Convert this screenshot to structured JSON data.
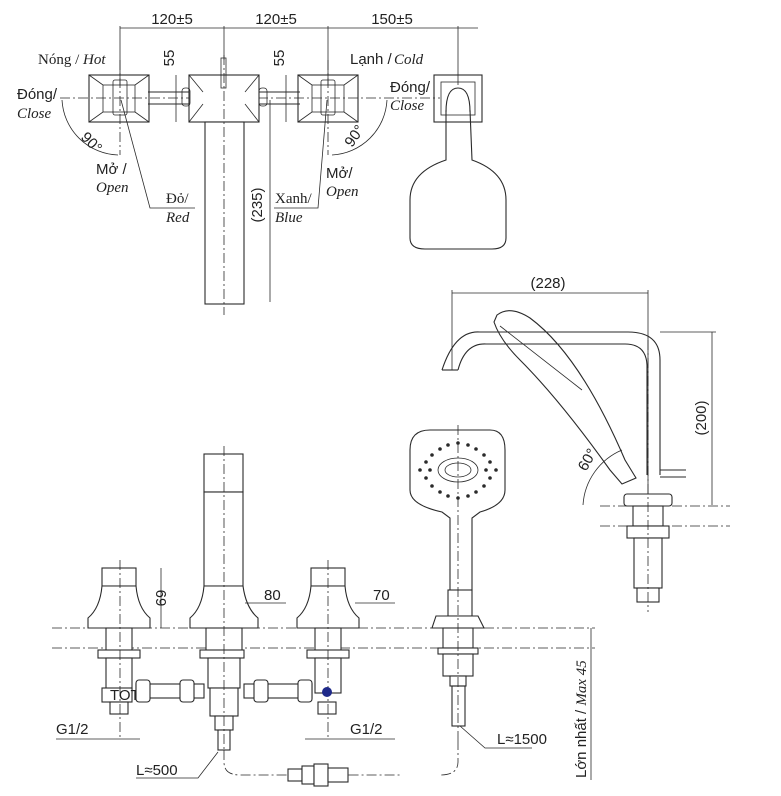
{
  "drawing": {
    "title": "Bath faucet technical drawing",
    "top_view": {
      "dim_left_spacing": "120±5",
      "dim_mid_spacing": "120±5",
      "dim_right_spacing": "150±5",
      "dim_left_55": "55",
      "dim_right_55": "55",
      "dim_235": "(235)",
      "hot_label_vi": "Nóng / ",
      "hot_label_en": "Hot",
      "cold_label_vi": "Lạnh / ",
      "cold_label_en": "Cold",
      "close_left_vi": "Đóng/",
      "close_left_en": "Close",
      "close_right_vi": "Đóng/",
      "close_right_en": "Close",
      "open_left_vi": "Mở /",
      "open_left_en": "Open",
      "open_right_vi": "Mở/",
      "open_right_en": "Open",
      "angle_left": "90°",
      "angle_right": "90°",
      "red_vi": "Đỏ/",
      "red_en": "Red",
      "blue_vi": "Xanh/",
      "blue_en": "Blue"
    },
    "side_view": {
      "dim_228": "(228)",
      "dim_200": "(200)",
      "angle_60": "60°"
    },
    "front_view": {
      "dim_69": "69",
      "dim_80": "80",
      "dim_70": "70",
      "thread_left": "G1/2",
      "thread_right": "G1/2",
      "hose_short": "L≈500",
      "hose_long": "L≈1500",
      "max_thickness_vi": "Lớn nhất / ",
      "max_thickness_en": "Max 45",
      "brand_mark": "TOTO"
    },
    "colors": {
      "line": "#2a2a2a",
      "blue_indicator": "#1f2a8a",
      "background": "#ffffff"
    }
  }
}
